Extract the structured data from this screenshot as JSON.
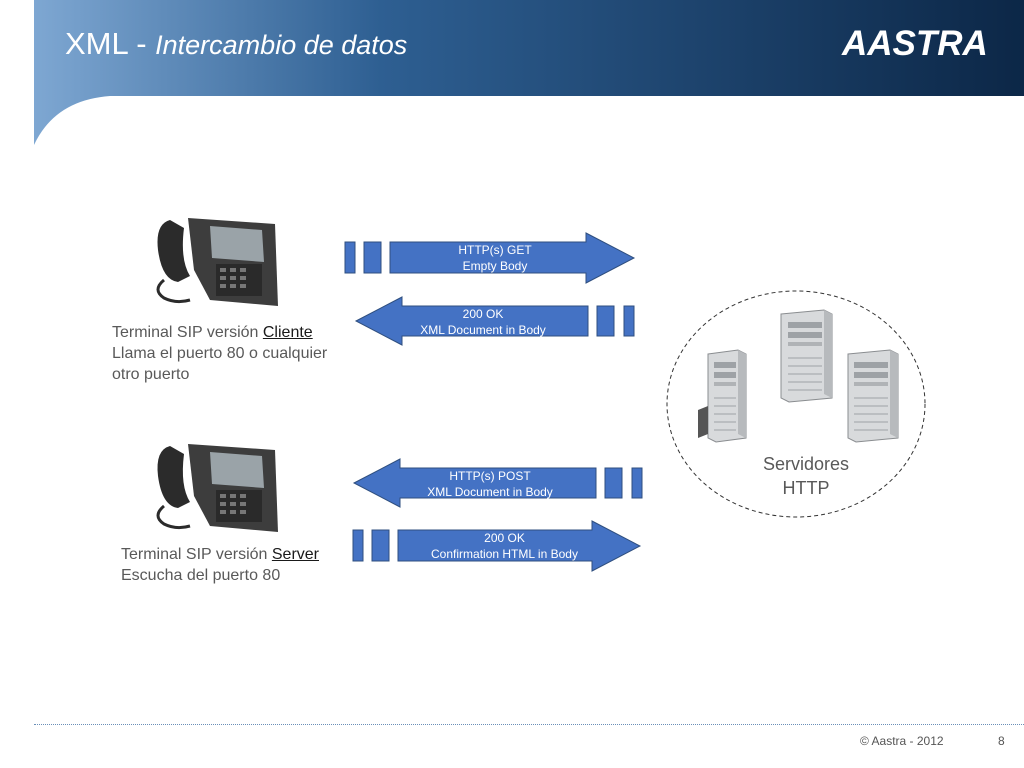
{
  "header": {
    "title_main": "XML - ",
    "title_sub": "Intercambio de datos",
    "logo_text": "AASTRA"
  },
  "client": {
    "caption_prefix": "Terminal SIP versión ",
    "caption_role": "Cliente",
    "caption_line2": "Llama el puerto 80 o cualquier",
    "caption_line3": "otro puerto"
  },
  "server": {
    "caption_prefix": "Terminal SIP versión ",
    "caption_role": "Server",
    "caption_line2": "Escucha del puerto 80"
  },
  "servers": {
    "line1": "Servidores",
    "line2": "HTTP"
  },
  "arrows": [
    {
      "direction": "right",
      "line1": "HTTP(s) GET",
      "line2": "Empty Body"
    },
    {
      "direction": "left",
      "line1": "200 OK",
      "line2": "XML Document in Body"
    },
    {
      "direction": "left",
      "line1": "HTTP(s) POST",
      "line2": "XML Document in Body"
    },
    {
      "direction": "right",
      "line1": "200 OK",
      "line2": "Confirmation HTML in Body"
    }
  ],
  "footer": {
    "copyright": "© Aastra - 2012",
    "page": "8"
  },
  "colors": {
    "header_dark": "#0d2b4f",
    "header_light": "#6e9bc8",
    "arrow_fill": "#4472c4",
    "arrow_stroke": "#2f4f7f"
  }
}
